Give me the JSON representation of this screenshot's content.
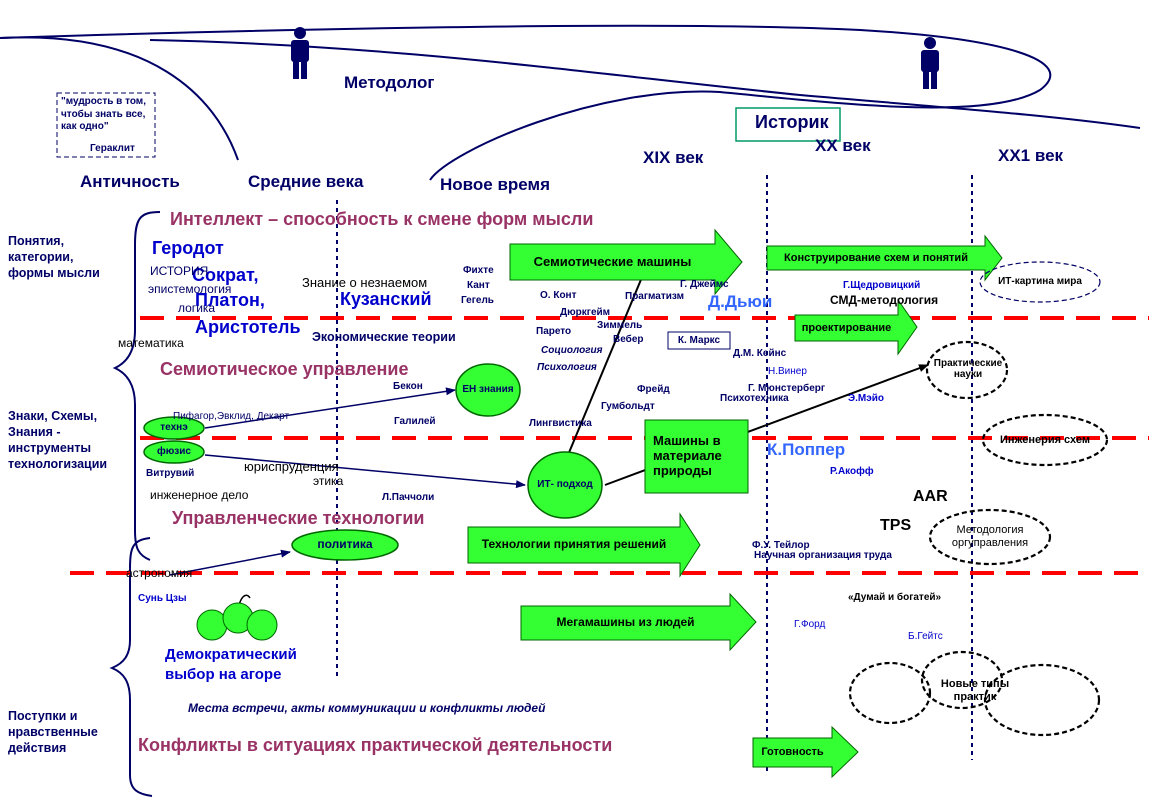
{
  "top": {
    "methodologist": "Методолог",
    "historian": "Историк",
    "quote": "\"мудрость в том, чтобы знать все, как одно\"",
    "quote_author": "Гераклит"
  },
  "eras": {
    "antiquity": "Античность",
    "middle_ages": "Средние века",
    "modern": "Новое время",
    "c19": "XIX век",
    "c20": "XX век",
    "c21": "XX1 век"
  },
  "left_labels": {
    "concepts": "Понятия, категории, формы мысли",
    "signs": "Знаки, Схемы, Знания - инструменты технологизации",
    "acts": "Поступки и нравственные действия"
  },
  "headings": {
    "intellect": "Интеллект – способность к смене форм мысли",
    "semiotic_mgmt": "Семиотическое управление",
    "mgmt_tech": "Управленческие технологии",
    "conflicts": "Конфликты в ситуациях практической деятельности",
    "meeting_places": "Места встречи,  акты коммуникации и конфликты  людей"
  },
  "arrows": {
    "semiotic_machines": "Семиотические машины",
    "schemes": "Конструирование схем и понятий",
    "design": "проектирование",
    "decisions": "Технологии принятия решений",
    "megamachines": "Мегамашины из людей",
    "readiness": "Готовность"
  },
  "boxes": {
    "machines_nature": "Машины в материале природы",
    "marx": "К. Маркс"
  },
  "ellipses": {
    "en_knowledge": "ЕН знания",
    "it_approach": "ИТ- подход",
    "techne": "технэ",
    "physis": "фюзис",
    "politics": "политика",
    "it_picture": "ИТ-картина мира",
    "practical_sciences": "Практические науки",
    "schema_engineering": "Инженерия схем",
    "org_methodology": "Методология оргуправления",
    "new_practices": "Новые типы практик"
  },
  "names": {
    "herodotus": "Геродот",
    "socrates": "Сократ,",
    "plato": "Платон,",
    "aristotle": "Аристотель",
    "history": "ИСТОРИЯ",
    "epistemology": "эпистемология",
    "logic": "логика",
    "mathematics": "математика",
    "knowledge_unknown": "Знание о незнаемом",
    "cusanus": "Кузанский",
    "fichte": "Фихте",
    "kant": "Кант",
    "hegel": "Гегель",
    "comte": "О. Конт",
    "durkheim": "Дюркгейм",
    "pareto": "Парето",
    "simmel": "Зиммель",
    "weber": "Вебер",
    "sociology": "Социология",
    "psychology": "Психология",
    "pragmatism": "Прагматизм",
    "james": "Г. Джеймс",
    "dewey": "Д.Дьюи",
    "shchedrovitsky": "Г.Щедровицкий",
    "smd": "СМД-методология",
    "econ": "Экономические теории",
    "bacon": "Бекон",
    "galileo": "Галилей",
    "pythagoras": "Пифагор,Эвклид, Декарт",
    "freud": "Фрейд",
    "humboldt": "Гумбольдт",
    "linguistics": "Лингвистика",
    "keynes": "Д.М. Кейнс",
    "wiener": "Н.Винер",
    "munsterberg": "Г. Мюнстерберг",
    "psychotechnics": "Психотехника",
    "mayo": "Э.Мэйо",
    "popper": "К.Поппер",
    "ackoff": "Р.Акофф",
    "vitruvius": "Витрувий",
    "jurisprudence": "юриспруденция",
    "ethics": "этика",
    "engineering": "инженерное дело",
    "pacioli": "Л.Паччоли",
    "aar": "AAR",
    "tps": "TPS",
    "taylor": "Ф.У. Тейлор",
    "nof": "Научная организация труда",
    "astronomy": "астрономия",
    "sunzi": "Сунь Цзы",
    "think_rich": "«Думай и богатей»",
    "ford": "Г.Форд",
    "gates": "Б.Гейтс",
    "democratic": "Демократический выбор на агоре"
  },
  "colors": {
    "green": "#33ff33",
    "dark_green": "#006600",
    "red_dash": "#ff0000",
    "navy": "#000066",
    "blue": "#0000cc",
    "light_blue": "#3366ff",
    "mauve": "#993366",
    "arc": "#000066"
  }
}
